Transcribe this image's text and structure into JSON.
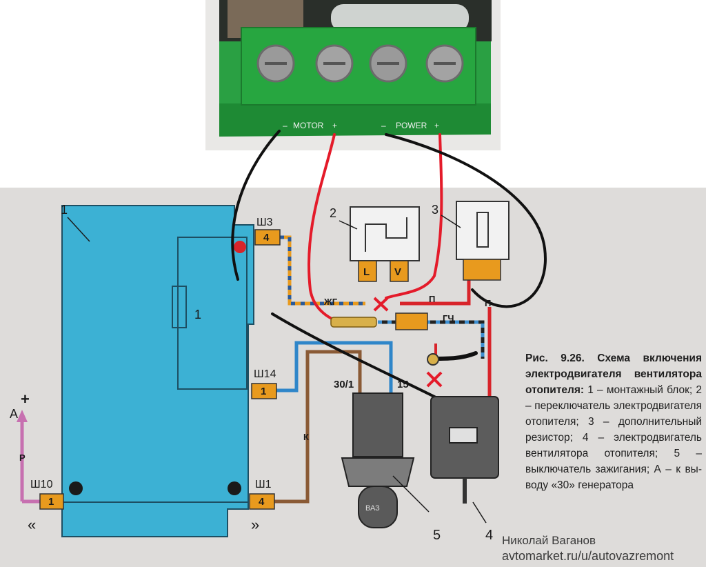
{
  "board": {
    "motor_label": "MOTOR",
    "power_label": "POWER",
    "minus": "–",
    "plus": "+"
  },
  "diagram": {
    "callouts": {
      "mount_block": "1",
      "switch": "2",
      "resistor": "3",
      "motor": "4",
      "ignition": "5",
      "fuse": "1"
    },
    "connectors": {
      "sh3": "Ш3",
      "sh3_pin": "4",
      "sh14": "Ш14",
      "sh14_pin": "1",
      "sh10": "Ш10",
      "sh10_pin": "1",
      "sh1": "Ш1",
      "sh1_pin": "4"
    },
    "switch_pins": {
      "left": "L",
      "right": "V"
    },
    "ignition_pins": {
      "left": "30/1",
      "right": "15"
    },
    "ignition_key_text": "ВАЗ",
    "wire_labels": {
      "zhg": "ЖГ",
      "p1": "П",
      "gch": "ГЧ",
      "p2": "П",
      "k": "К",
      "r": "Р"
    },
    "terminal_a": "А",
    "terminal_plus": "+",
    "arrow_in": "«",
    "arrow_out": "»"
  },
  "caption": {
    "bold_part": "Рис. 9.26. Схема вклю­чения электродвигате­ля вентилятора отопи­теля:",
    "text_part": " 1 – монтажный блок; 2 – переключатель электродвигателя отопи­теля; 3 – дополнитель­ный резистор; 4 – элект­родвигатель вентилятора отопителя; 5 – выключа­тель зажигания; А – к вы­воду «30» генератора"
  },
  "watermark": {
    "author": "Николай Ваганов",
    "site": "avtomarket.ru/u/autovazremont"
  },
  "colors": {
    "block_cyan": "#3cb1d4",
    "connector_orange": "#e89a1e",
    "board_green": "#23a33b",
    "wire_red": "#e41b2a",
    "wire_black": "#111111"
  }
}
